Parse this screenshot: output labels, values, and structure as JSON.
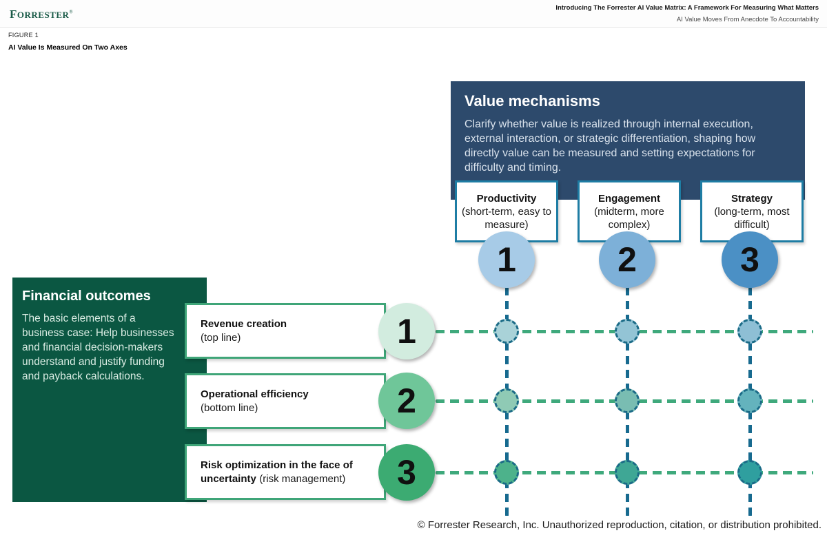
{
  "header": {
    "logo_first_letter": "F",
    "logo_rest": "ORRESTER",
    "logo_registered": "®",
    "report_title": "Introducing The Forrester AI Value Matrix: A Framework For Measuring What Matters",
    "report_subtitle": "AI Value Moves From Anecdote To Accountability"
  },
  "figure": {
    "label": "FIGURE 1",
    "title": "AI Value Is Measured On Two Axes"
  },
  "value_mechanisms": {
    "title": "Value mechanisms",
    "description": "Clarify whether value is realized through internal execution, external interaction, or strategic differentiation, shaping how directly value can be measured and setting expectations for difficulty and timing.",
    "panel_color": "#2d4a6c",
    "box_border_color": "#1e7da4",
    "columns": [
      {
        "number": "1",
        "label": "Productivity",
        "sublabel": "(short-term, easy to measure)",
        "circle_color": "#a7cbe7"
      },
      {
        "number": "2",
        "label": "Engagement",
        "sublabel": "(midterm, more complex)",
        "circle_color": "#7db0d8"
      },
      {
        "number": "3",
        "label": "Strategy",
        "sublabel": "(long-term, most difficult)",
        "circle_color": "#4b90c5"
      }
    ]
  },
  "financial_outcomes": {
    "title": "Financial outcomes",
    "description": "The basic elements of a business case: Help businesses and financial decision-makers understand and justify funding and payback calculations.",
    "panel_color": "#0b5742",
    "box_border_color": "#3fa578",
    "rows": [
      {
        "number": "1",
        "label": "Revenue creation",
        "sublabel": "(top line)",
        "circle_color": "#d2ecdf"
      },
      {
        "number": "2",
        "label": "Operational efficiency",
        "sublabel": "(bottom line)",
        "circle_color": "#6fc699"
      },
      {
        "number": "3",
        "label": "Risk optimization in the face of uncertainty",
        "sublabel": "(risk management)",
        "circle_color": "#3cab72"
      }
    ]
  },
  "grid": {
    "h_line_color": "#3fa97c",
    "v_line_color": "#176a8f",
    "dot_border_color": "#1b6b87",
    "dot_colors": [
      [
        "#a9d2d8",
        "#93c4d5",
        "#8ebfd5"
      ],
      [
        "#8fcab5",
        "#79bdb2",
        "#64b3bd"
      ],
      [
        "#4db28b",
        "#3fa795",
        "#2f9f9f"
      ]
    ]
  },
  "footer": {
    "copyright": "© Forrester Research, Inc. Unauthorized reproduction, citation, or distribution prohibited."
  }
}
